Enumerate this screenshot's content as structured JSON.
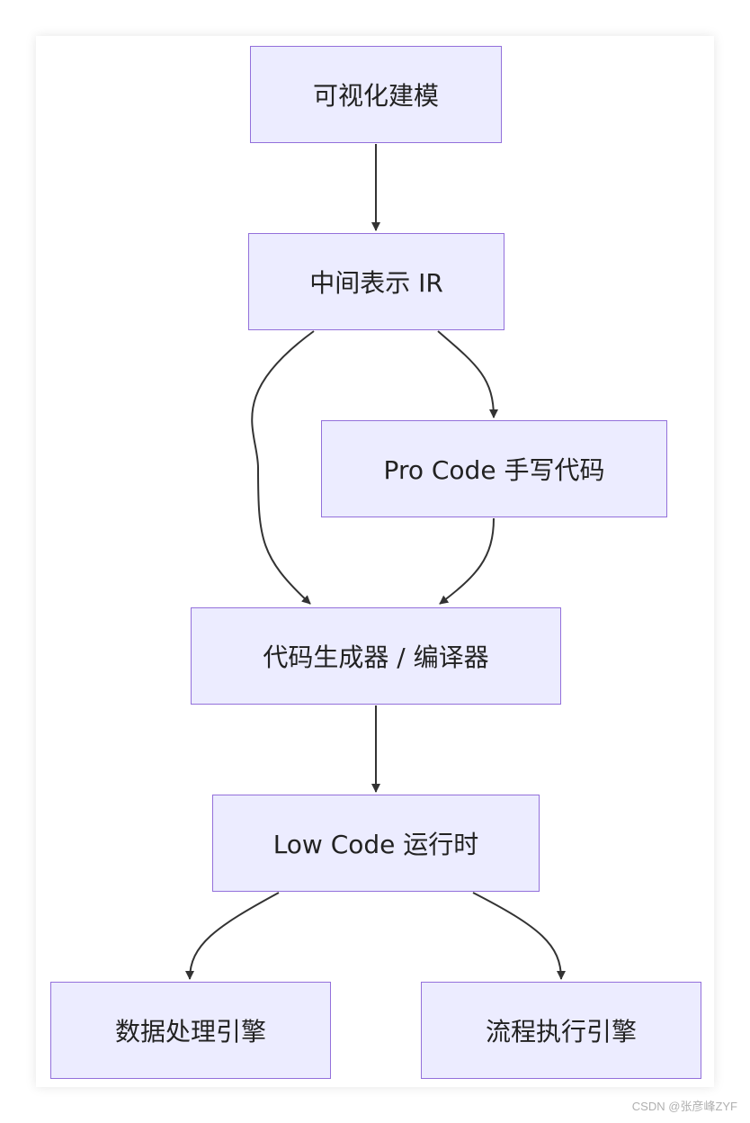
{
  "diagram": {
    "nodes": [
      {
        "id": "visual-modeling",
        "label": "可视化建模"
      },
      {
        "id": "ir",
        "label": "中间表示 IR"
      },
      {
        "id": "pro-code",
        "label": "Pro Code 手写代码"
      },
      {
        "id": "codegen",
        "label": "代码生成器 / 编译器"
      },
      {
        "id": "runtime",
        "label": "Low Code 运行时"
      },
      {
        "id": "data-engine",
        "label": "数据处理引擎"
      },
      {
        "id": "flow-engine",
        "label": "流程执行引擎"
      }
    ],
    "edges": [
      {
        "from": "visual-modeling",
        "to": "ir"
      },
      {
        "from": "ir",
        "to": "codegen"
      },
      {
        "from": "ir",
        "to": "pro-code"
      },
      {
        "from": "pro-code",
        "to": "codegen"
      },
      {
        "from": "codegen",
        "to": "runtime"
      },
      {
        "from": "runtime",
        "to": "data-engine"
      },
      {
        "from": "runtime",
        "to": "flow-engine"
      }
    ]
  },
  "colors": {
    "node_fill": "#ECECFF",
    "node_border": "#9370DB",
    "edge": "#333333"
  },
  "watermark": "CSDN @张彦峰ZYF"
}
